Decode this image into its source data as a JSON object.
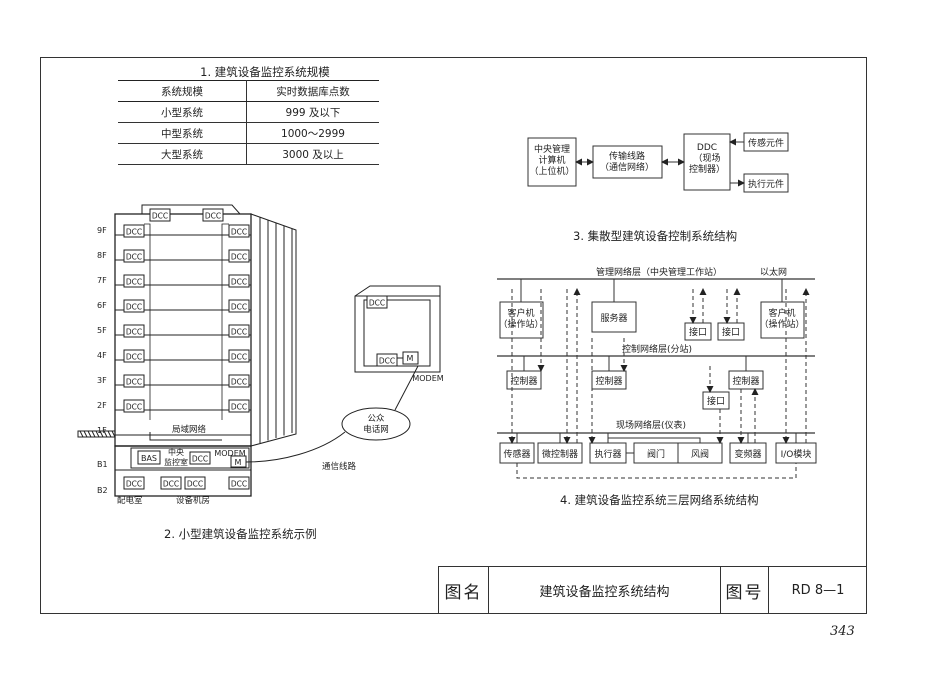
{
  "table": {
    "title": "1. 建筑设备监控系统规模",
    "headers": [
      "系统规模",
      "实时数据库点数"
    ],
    "rows": [
      [
        "小型系统",
        "999 及以下"
      ],
      [
        "中型系统",
        "1000～2999"
      ],
      [
        "大型系统",
        "3000 及以上"
      ]
    ]
  },
  "building": {
    "floors": [
      "9F",
      "8F",
      "7F",
      "6F",
      "5F",
      "4F",
      "3F",
      "2F",
      "1F",
      "B1",
      "B2"
    ],
    "dcc": "DCC",
    "lan": "局域网络",
    "bas": "BAS",
    "center": "中央\n监控室",
    "m": "M",
    "modem": "MODEM",
    "power_room": "配电室",
    "equip_room": "设备机房",
    "phone_net": "公众\n电话网",
    "comm_line": "通信线路"
  },
  "dist": {
    "central": "中央管理\n计算机\n（上位机）",
    "trans": "传输线路\n（通信网络）",
    "ddc": "DDC\n（现场\n控制器）",
    "sensor": "传感元件",
    "actuator": "执行元件"
  },
  "net": {
    "mgmt_layer": "管理网络层（中央管理工作站）",
    "ethernet": "以太网",
    "client": "客户机\n（操作站）",
    "server": "服务器",
    "iface": "接口",
    "ctrl_layer": "控制网络层(分站)",
    "controller": "控制器",
    "field_layer": "现场网络层(仪表)",
    "sensor": "传感器",
    "micro": "微控制器",
    "executor": "执行器",
    "valve": "阀门",
    "damper": "风阀",
    "vfd": "变频器",
    "io": "I/O模块"
  },
  "captions": {
    "c2": "2. 小型建筑设备监控系统示例",
    "c3": "3. 集散型建筑设备控制系统结构",
    "c4": "4. 建筑设备监控系统三层网络系统结构"
  },
  "title_block": {
    "name_label": "图名",
    "name": "建筑设备监控系统结构",
    "num_label": "图号",
    "num": "RD 8—1"
  },
  "page_number": "343"
}
